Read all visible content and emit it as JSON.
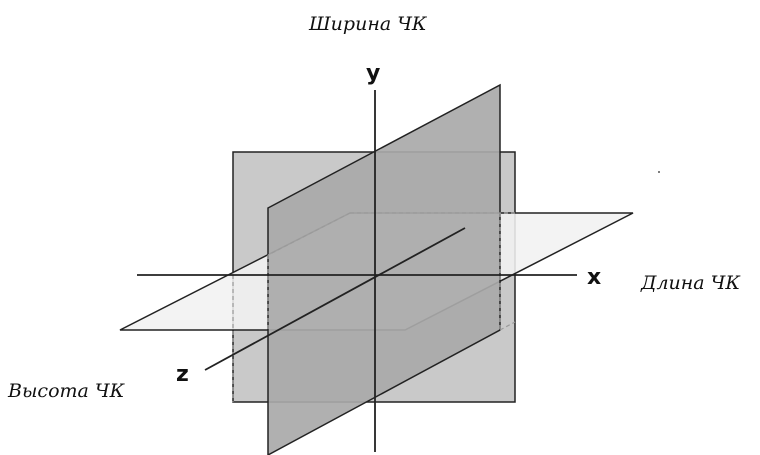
{
  "labels": {
    "width": "Ширина ЧК",
    "length": "Длина ЧК",
    "height": "Высота ЧК"
  },
  "axes": {
    "x": "x",
    "y": "y",
    "z": "z"
  },
  "colors": {
    "vertical_plane_front": "#c9c9c9",
    "oblique_plane": "#a9a9a9",
    "horizontal_plane": "#f1f1f1",
    "edge": "#222222",
    "hidden_edge": "#9a9a9a"
  }
}
